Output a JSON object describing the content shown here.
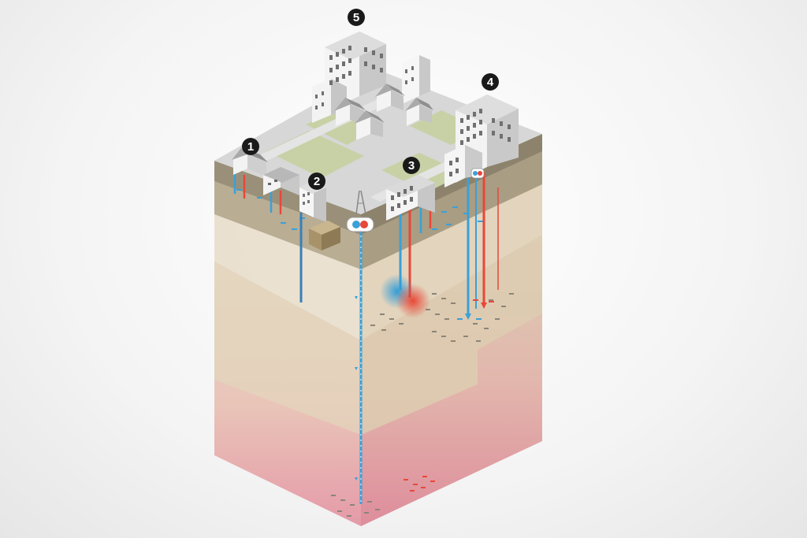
{
  "diagram": {
    "markers": [
      {
        "id": "1",
        "label": "1"
      },
      {
        "id": "2",
        "label": "2"
      },
      {
        "id": "3",
        "label": "3"
      },
      {
        "id": "4",
        "label": "4"
      },
      {
        "id": "5",
        "label": "5"
      }
    ],
    "colors": {
      "background": "#f2f2f2",
      "ground_surface": "#dcdcdc",
      "grass": "#c9d2a8",
      "topsoil": "#a89e88",
      "clay_layer": "#c7b89c",
      "sand_layer": "#e5d8c0",
      "deep_warm_layer": "#e8a8ae",
      "cold_water": "#3aa0d8",
      "warm_water": "#e8473a",
      "building_light": "#f3f3f3",
      "building_shade": "#c9c9c9",
      "marker_fill": "#1a1a1a"
    }
  }
}
